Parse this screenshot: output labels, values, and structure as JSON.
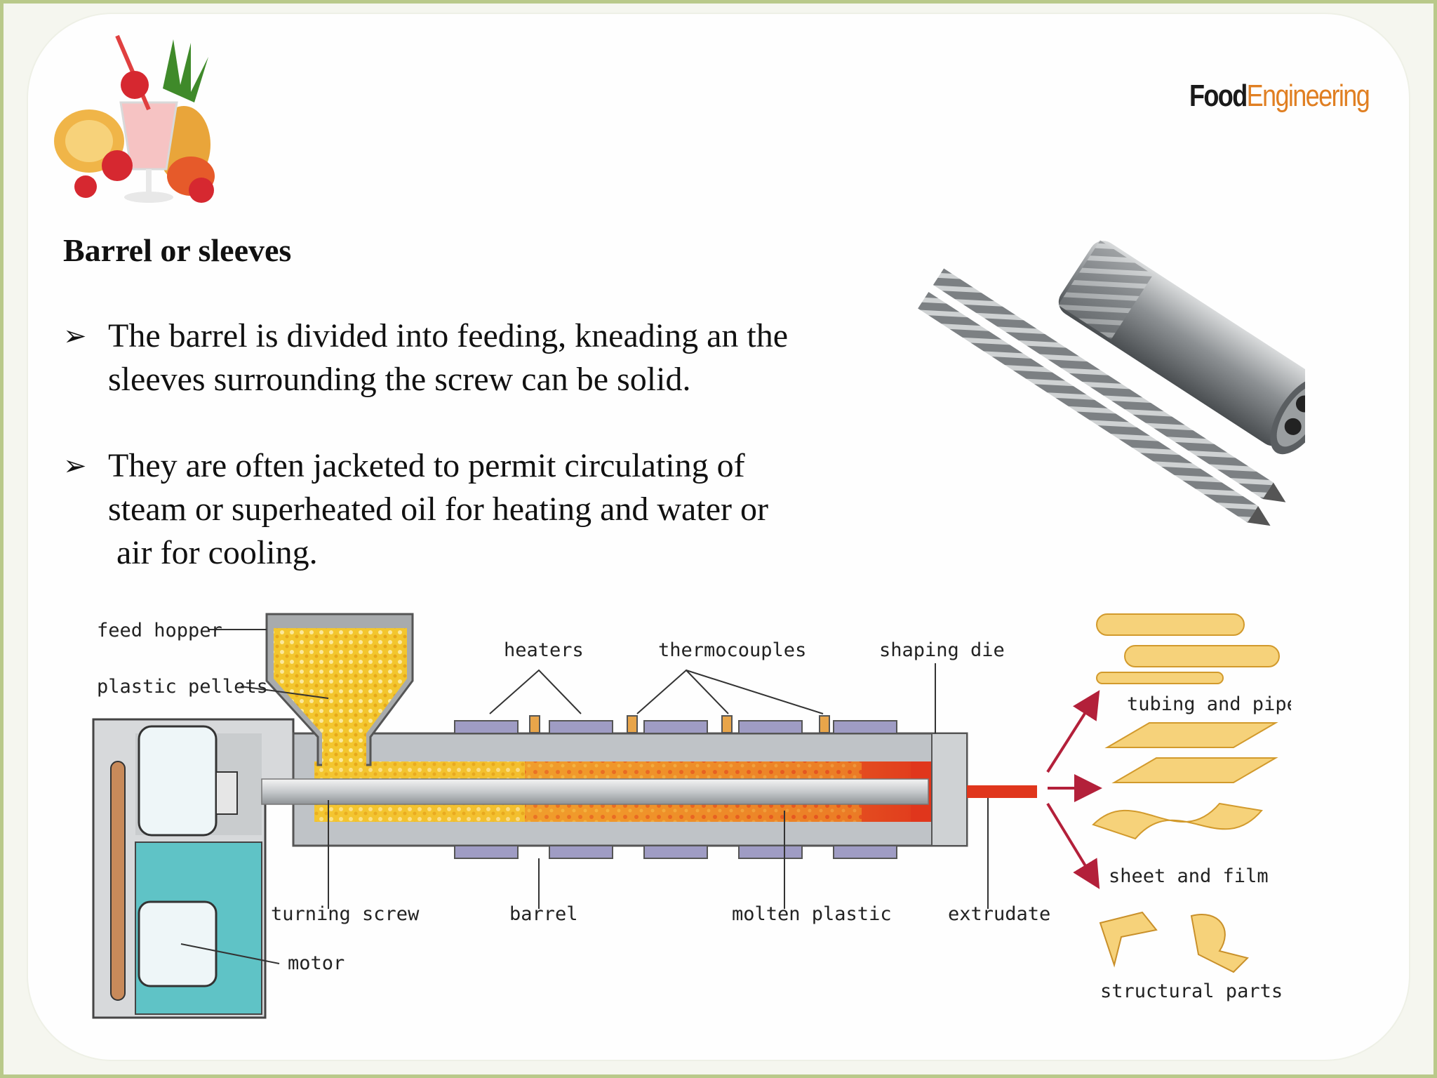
{
  "slide": {
    "brand_part1": "Food",
    "brand_part2": "Engineering",
    "heading": "Barrel or sleeves",
    "bullets": [
      {
        "lines": [
          "The barrel is divided into feeding, kneading an the",
          "sleeves surrounding the screw can be solid."
        ]
      },
      {
        "lines": [
          "They are often jacketed to permit circulating of",
          "steam or superheated oil for heating and water or",
          "air for cooling."
        ]
      }
    ]
  },
  "diagram": {
    "labels": {
      "feed_hopper": "feed hopper",
      "plastic_pellets": "plastic pellets",
      "heaters": "heaters",
      "thermocouples": "thermocouples",
      "shaping_die": "shaping die",
      "tubing_and_pipes": "tubing and pipes",
      "sheet_and_film": "sheet and film",
      "structural_parts": "structural parts",
      "turning_screw": "turning screw",
      "barrel": "barrel",
      "molten_plastic": "molten plastic",
      "extrudate": "extrudate",
      "motor": "motor"
    }
  },
  "colors": {
    "border": "#b9c98a",
    "brand_accent": "#e07f22",
    "motor_teal": "#5fc3c6",
    "barrel_gray": "#bfc3c7",
    "heater_purple": "#9f9cc4",
    "pellet_yellow": "#f3c62e",
    "molten_red": "#e0361c",
    "product_yellow": "#f6d27a",
    "arrow_red": "#b3203a"
  }
}
